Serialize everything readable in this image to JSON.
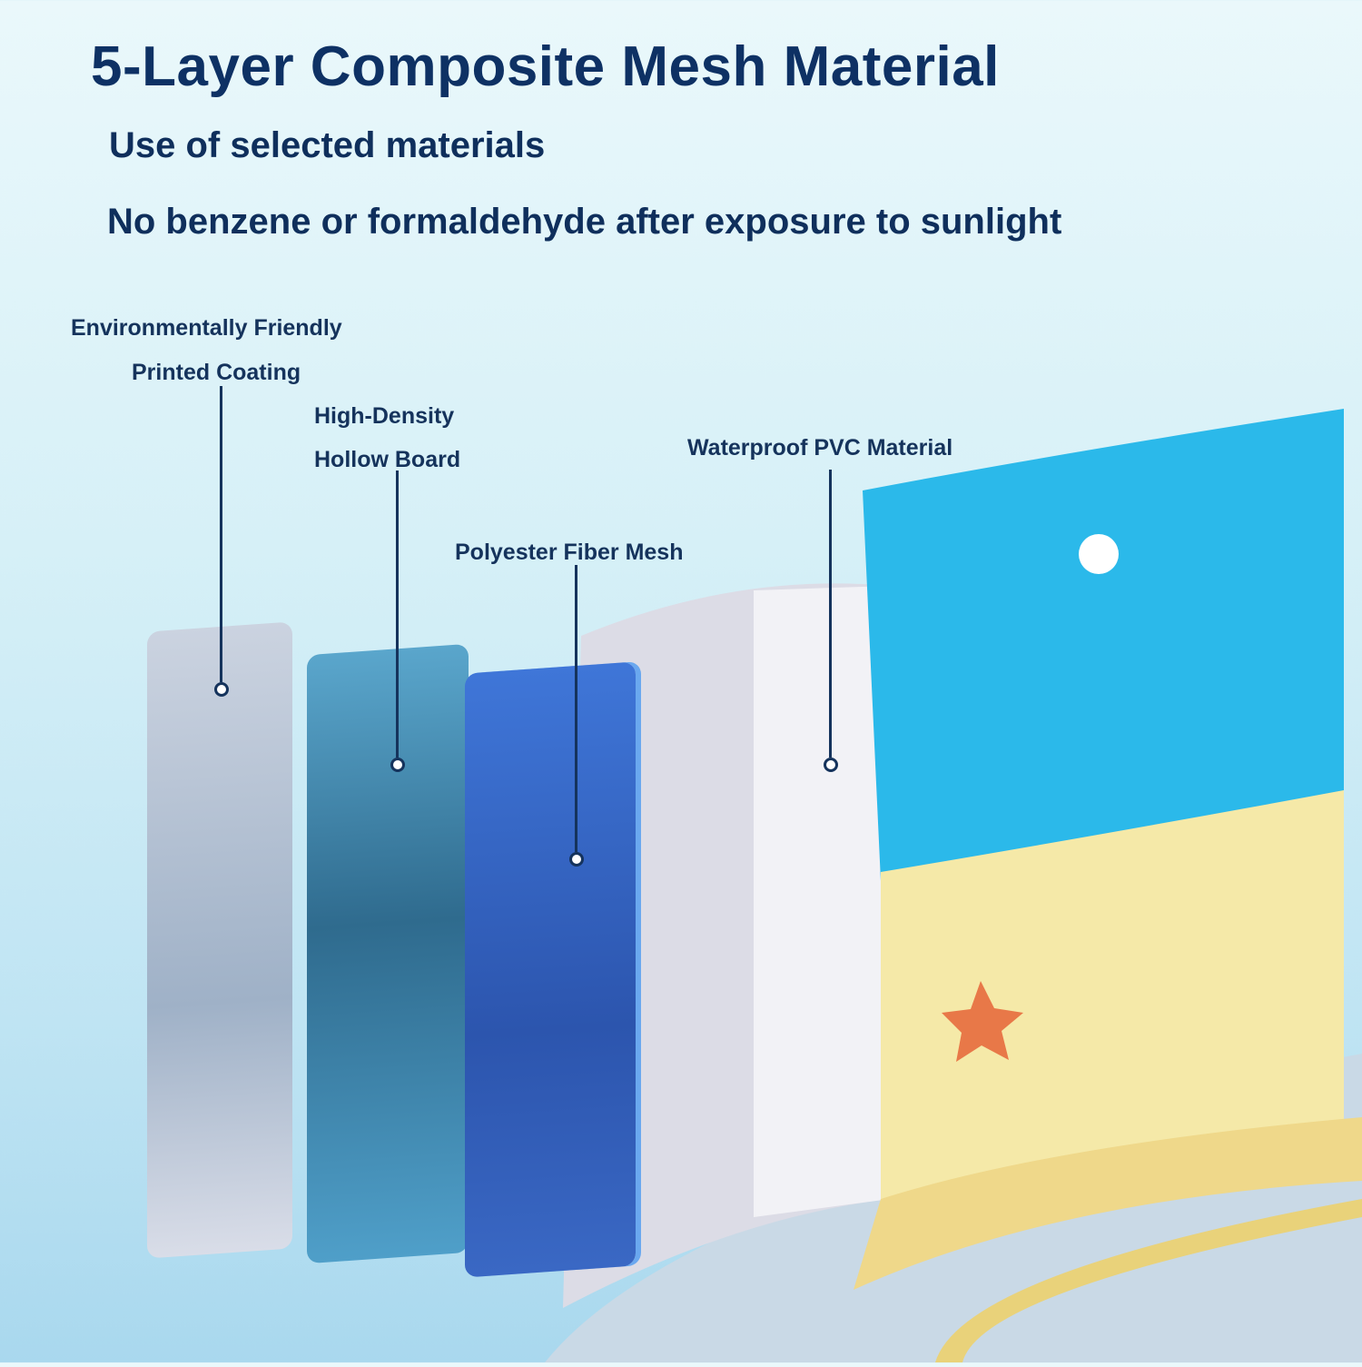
{
  "header": {
    "title": "5-Layer Composite Mesh Material",
    "subtitle_1": "Use of selected materials",
    "subtitle_2": "No benzene or formaldehyde after exposure to sunlight"
  },
  "layers": [
    {
      "label_line1": "Environmentally Friendly",
      "label_line2": "Printed Coating",
      "color": "#aebdcf"
    },
    {
      "label_line1": "High-Density",
      "label_line2": "Hollow Board",
      "color": "#3f82a8"
    },
    {
      "label_line1": "Polyester Fiber Mesh",
      "color": "#2f5fbf"
    },
    {
      "label_line1": "Waterproof PVC Material",
      "color": "#e6e8ef"
    }
  ]
}
